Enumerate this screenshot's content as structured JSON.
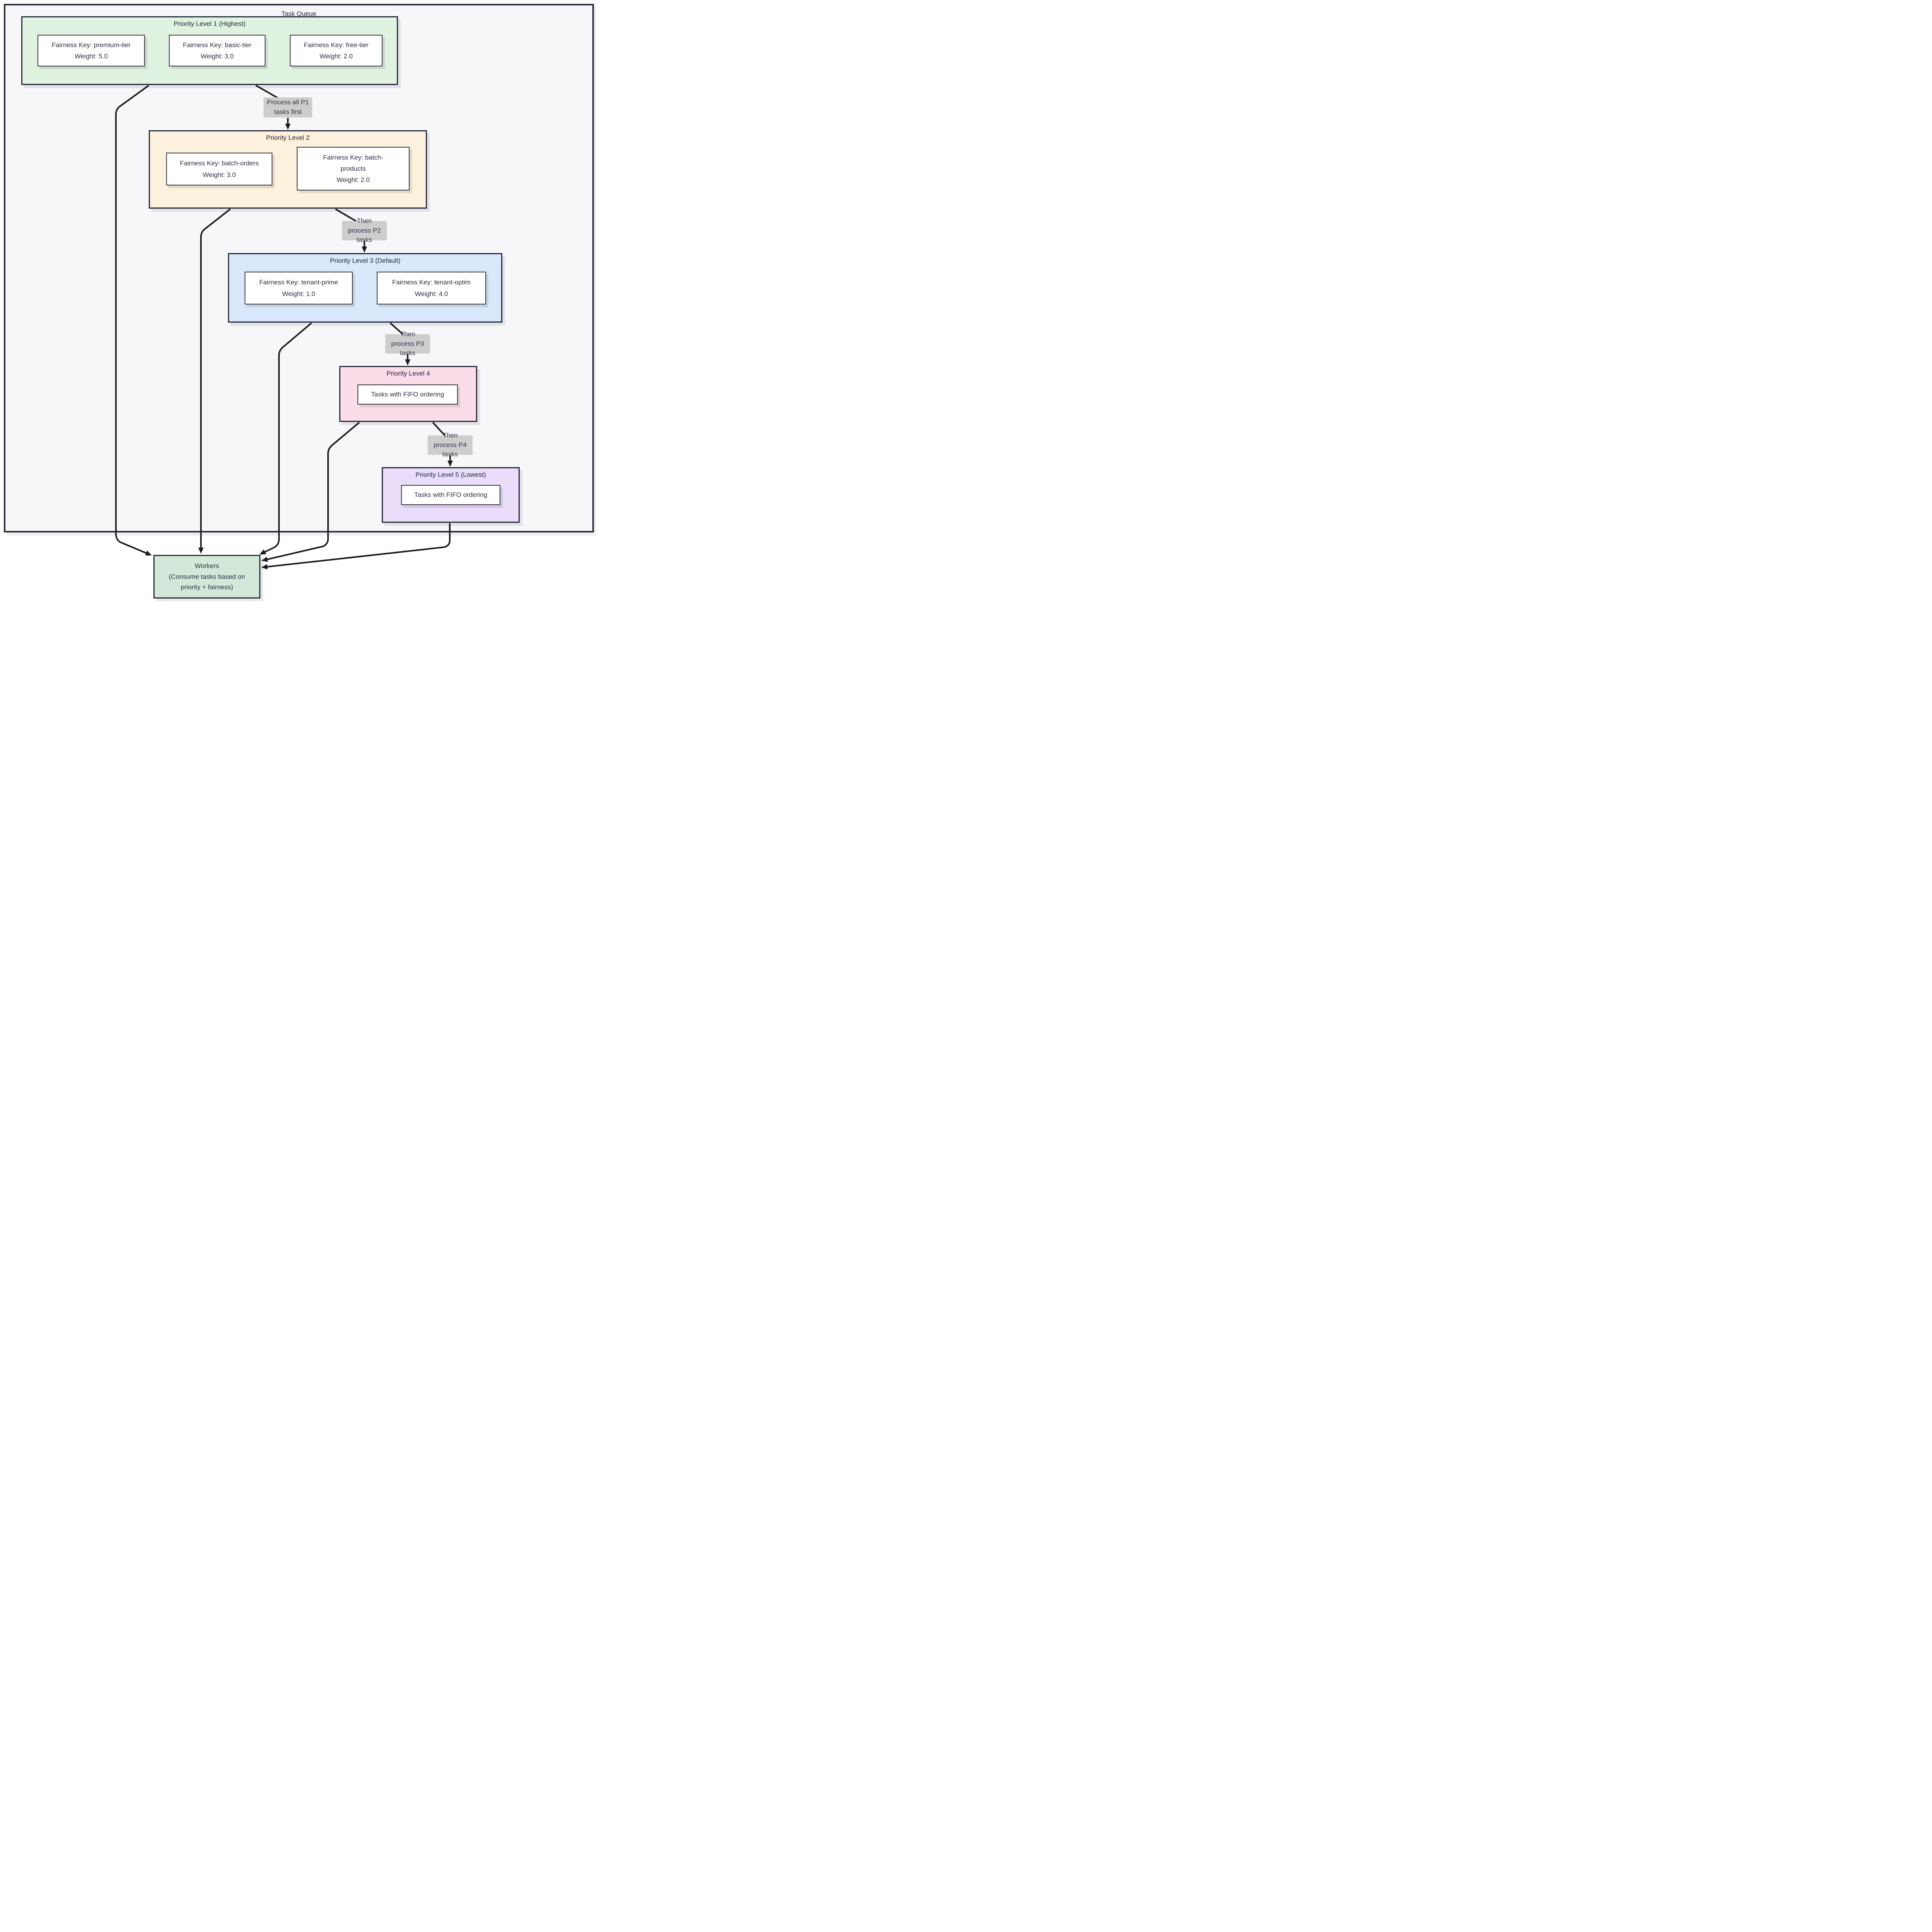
{
  "diagram_title": "Task Queue",
  "colors": {
    "container_fill": "#f7f7fa",
    "p1_fill": "#e0f3e1",
    "p2_fill": "#fcf1dc",
    "p3_fill": "#d9e9fb",
    "p4_fill": "#fbdce9",
    "p5_fill": "#e9ddfa",
    "workers_fill": "#d2e8d8",
    "node_fill": "#ffffff",
    "border_dark": "#272839",
    "edge_label_bg": "#cdcdcd",
    "arrow": "#1b1b1f",
    "text": "#2e2e44"
  },
  "levels": [
    {
      "title": "Priority Level 1 (Highest)",
      "nodes": [
        {
          "label": "Fairness Key: premium-tier",
          "weight": "Weight: 5.0"
        },
        {
          "label": "Fairness Key: basic-tier",
          "weight": "Weight: 3.0"
        },
        {
          "label": "Fairness Key: free-tier",
          "weight": "Weight: 2.0"
        }
      ]
    },
    {
      "title": "Priority Level 2",
      "nodes": [
        {
          "label": "Fairness Key: batch-orders",
          "weight": "Weight: 3.0"
        },
        {
          "label": "Fairness Key: batch-products",
          "weight": "Weight: 2.0"
        }
      ]
    },
    {
      "title": "Priority Level 3 (Default)",
      "nodes": [
        {
          "label": "Fairness Key: tenant-prime",
          "weight": "Weight: 1.0"
        },
        {
          "label": "Fairness Key: tenant-optim",
          "weight": "Weight: 4.0"
        }
      ]
    },
    {
      "title": "Priority Level 4",
      "nodes": [
        {
          "label": "Tasks with FIFO ordering"
        }
      ]
    },
    {
      "title": "Priority Level 5 (Lowest)",
      "nodes": [
        {
          "label": "Tasks with FIFO ordering"
        }
      ]
    }
  ],
  "edges": [
    {
      "label": "Process all P1 tasks first"
    },
    {
      "label": "Then process P2 tasks"
    },
    {
      "label": "Then process P3 tasks"
    },
    {
      "label": "Then process P4 tasks"
    }
  ],
  "workers": {
    "title": "Workers",
    "subtitle": "(Consume tasks based on priority + fairness)"
  }
}
